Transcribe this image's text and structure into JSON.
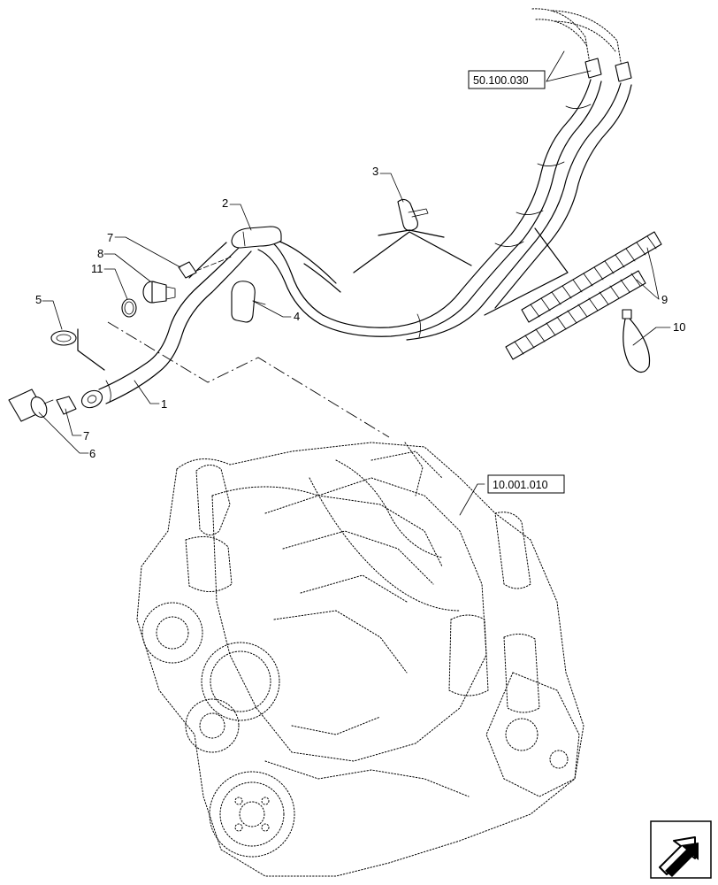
{
  "callouts": [
    {
      "id": "c1",
      "label": "1"
    },
    {
      "id": "c2",
      "label": "2"
    },
    {
      "id": "c3",
      "label": "3"
    },
    {
      "id": "c4",
      "label": "4"
    },
    {
      "id": "c5",
      "label": "5"
    },
    {
      "id": "c6",
      "label": "6"
    },
    {
      "id": "c7a",
      "label": "7"
    },
    {
      "id": "c7b",
      "label": "7"
    },
    {
      "id": "c8",
      "label": "8"
    },
    {
      "id": "c9",
      "label": "9"
    },
    {
      "id": "c10",
      "label": "10"
    },
    {
      "id": "c11",
      "label": "11"
    }
  ],
  "references": [
    {
      "id": "ref_hoses",
      "label": "50.100.030"
    },
    {
      "id": "ref_engine",
      "label": "10.001.010"
    }
  ],
  "nav_icon": "back-arrow-icon"
}
